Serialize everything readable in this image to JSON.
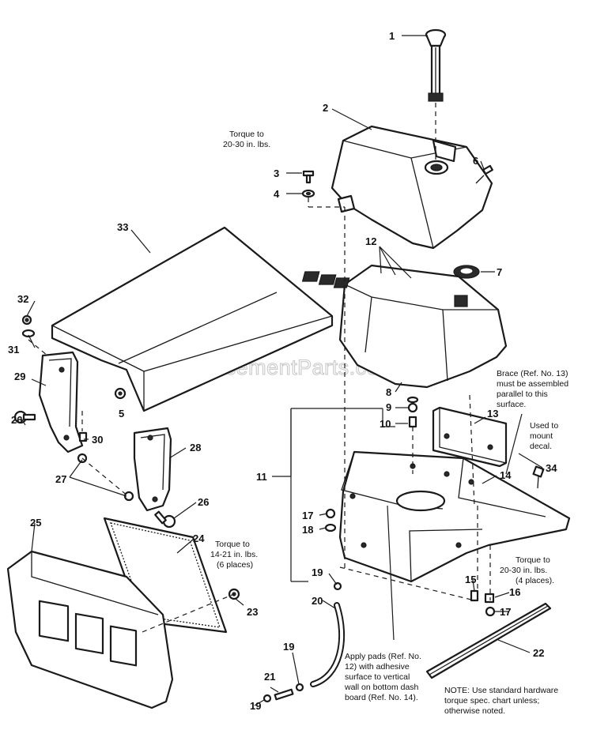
{
  "watermark": "eReplacementParts.com",
  "callouts": {
    "n1": "1",
    "n2": "2",
    "n3": "3",
    "n4": "4",
    "n5": "5",
    "n6": "6",
    "n7": "7",
    "n8": "8",
    "n9": "9",
    "n10": "10",
    "n11": "11",
    "n12": "12",
    "n13": "13",
    "n14": "14",
    "n15": "15",
    "n16": "16",
    "n17a": "17",
    "n17b": "17",
    "n18": "18",
    "n19a": "19",
    "n19b": "19",
    "n19c": "19",
    "n20": "20",
    "n21": "21",
    "n22": "22",
    "n23": "23",
    "n24": "24",
    "n25": "25",
    "n26a": "26",
    "n26b": "26",
    "n27": "27",
    "n28": "28",
    "n29": "29",
    "n30": "30",
    "n31": "31",
    "n32": "32",
    "n33": "33",
    "n34": "34"
  },
  "notes": {
    "torque_top": [
      "Torque to",
      "20-30 in. lbs."
    ],
    "torque_left": [
      "Torque to",
      "14-21 in. lbs.",
      "(6 places)"
    ],
    "torque_right": [
      "Torque to",
      "20-30 in. lbs.",
      "(4 places)."
    ],
    "brace": [
      "Brace (Ref. No. 13)",
      "must be assembled",
      "parallel to this",
      "surface."
    ],
    "decal": [
      "Used to",
      "mount",
      "decal."
    ],
    "pads": [
      "Apply pads (Ref. No.",
      "12) with adhesive",
      "surface to vertical",
      "wall on bottom dash",
      "board (Ref. No. 14)."
    ],
    "footer": [
      "NOTE: Use standard hardware",
      "torque spec. chart unless;",
      "otherwise noted."
    ]
  }
}
